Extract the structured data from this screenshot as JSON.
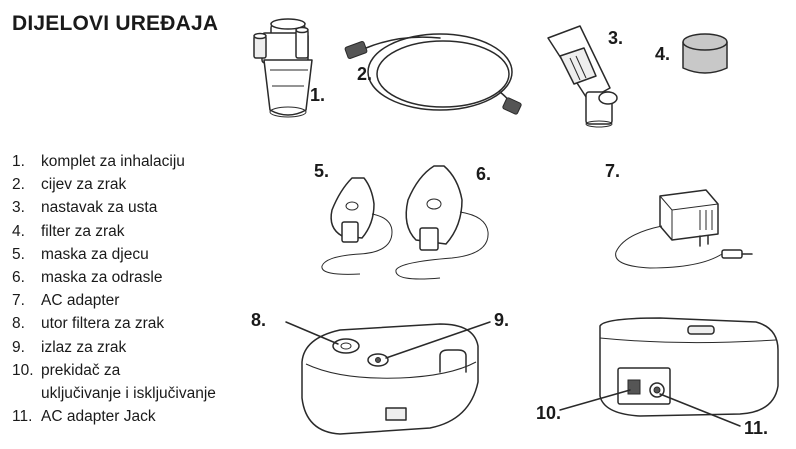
{
  "title": "DIJELOVI UREĐAJA",
  "parts": [
    {
      "num": "1.",
      "label": "komplet za inhalaciju"
    },
    {
      "num": "2.",
      "label": "cijev za zrak"
    },
    {
      "num": "3.",
      "label": "nastavak za usta"
    },
    {
      "num": "4.",
      "label": "filter za zrak"
    },
    {
      "num": "5.",
      "label": "maska za djecu"
    },
    {
      "num": "6.",
      "label": "maska za odrasle"
    },
    {
      "num": "7.",
      "label": "AC adapter"
    },
    {
      "num": "8.",
      "label": "utor filtera za zrak"
    },
    {
      "num": "9.",
      "label": "izlaz za zrak"
    },
    {
      "num": "10.",
      "label": "prekidač za",
      "label_cont": "uključivanje i isključivanje"
    },
    {
      "num": "11.",
      "label": "AC adapter Jack"
    }
  ],
  "callouts": [
    "1.",
    "2.",
    "3.",
    "4.",
    "5.",
    "6.",
    "7.",
    "8.",
    "9.",
    "10.",
    "11."
  ],
  "illustrations": {
    "nebulizer_kit": "nebulizer-kit-drawing",
    "air_tube": "coiled-tube-drawing",
    "mouthpiece": "mouthpiece-drawing",
    "air_filter": "filter-drawing",
    "child_mask": "child-mask-drawing",
    "adult_mask": "adult-mask-drawing",
    "ac_adapter": "ac-adapter-drawing",
    "compressor_front": "compressor-front-drawing",
    "compressor_back": "compressor-back-drawing"
  },
  "colors": {
    "text": "#1a1a1a",
    "line": "#2a2a2a",
    "filter_fill": "#c8c8c8",
    "background": "#ffffff"
  }
}
